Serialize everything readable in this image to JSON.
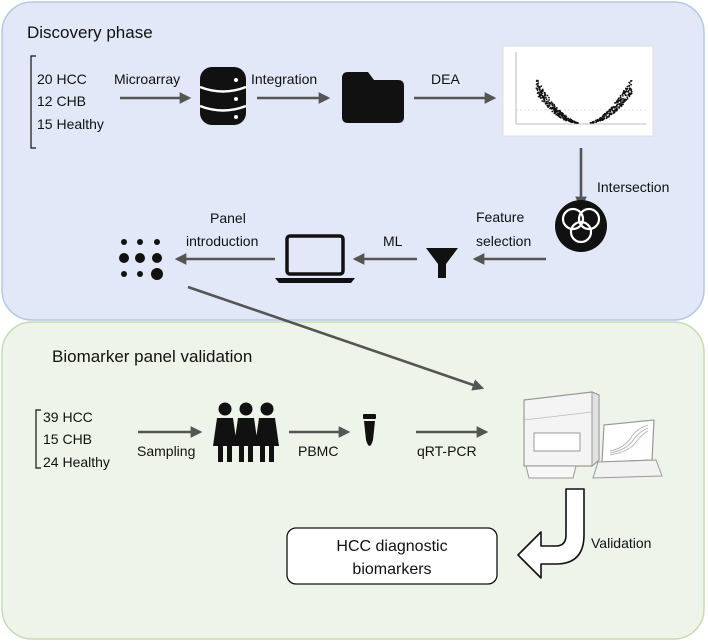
{
  "discovery": {
    "title": "Discovery phase",
    "cohort": [
      "20 HCC",
      "12 CHB",
      "15 Healthy"
    ],
    "steps": {
      "microarray": "Microarray",
      "integration": "Integration",
      "dea": "DEA",
      "intersection": "Intersection",
      "feature_selection": [
        "Feature",
        "selection"
      ],
      "ml": "ML",
      "panel_introduction": [
        "Panel",
        "introduction"
      ]
    }
  },
  "validation": {
    "title": "Biomarker panel validation",
    "cohort": [
      "39 HCC",
      "15 CHB",
      "24 Healthy"
    ],
    "steps": {
      "sampling": "Sampling",
      "pbmc": "PBMC",
      "qrtpcr": "qRT-PCR",
      "validation": "Validation"
    },
    "result": [
      "HCC diagnostic",
      "biomarkers"
    ]
  },
  "colors": {
    "discovery_bg": "#e2e8f7",
    "discovery_border": "#b3c9e4",
    "validation_bg": "#eff4ea",
    "validation_border": "#c5dbb4",
    "arrow": "#555555"
  }
}
